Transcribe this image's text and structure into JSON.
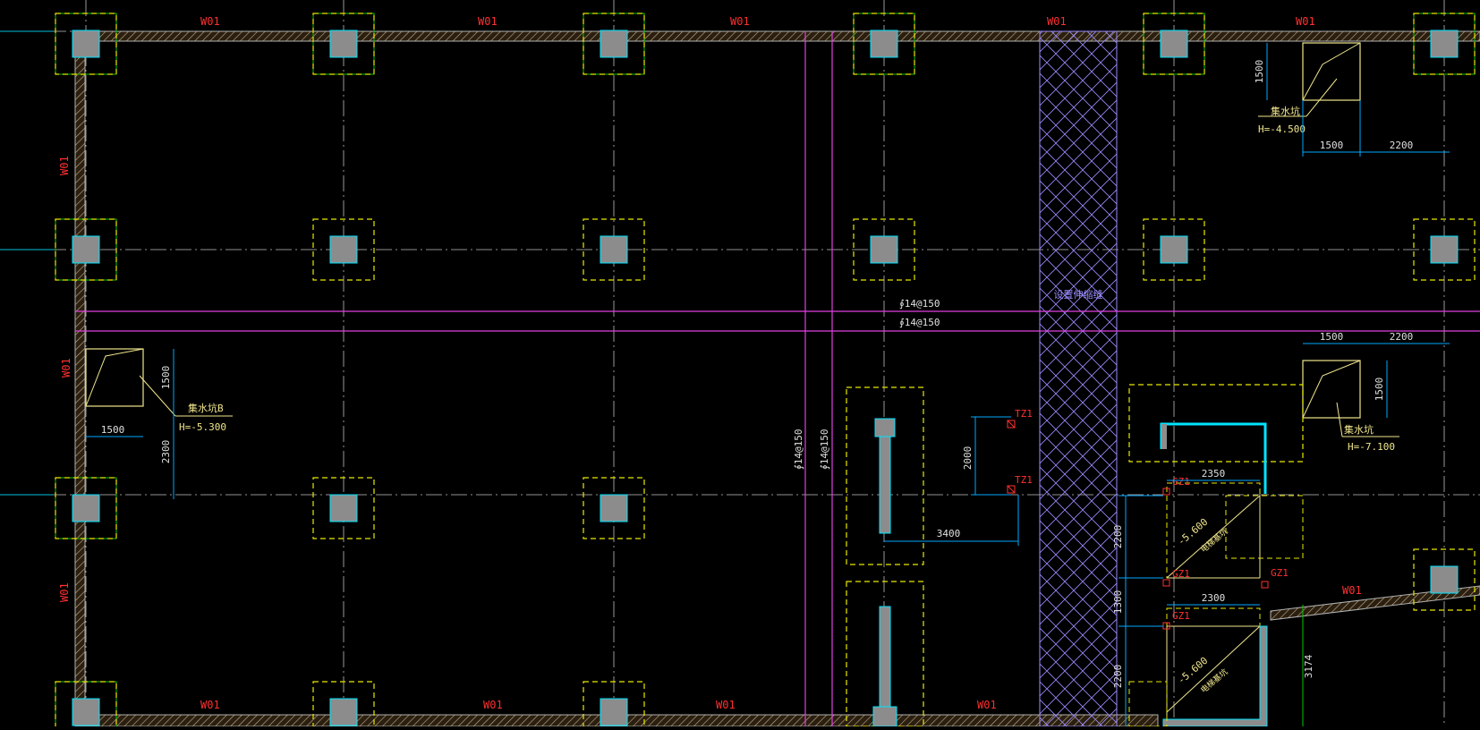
{
  "colors": {
    "background": "#000000",
    "wall": "#b0b0b0",
    "column": "#8c8c8c",
    "column_outline": "#00e5ff",
    "footing_dashed": "#e8e800",
    "footing_green": "#00c800",
    "axis": "#bfbfbf",
    "dimension": "#00a8ff",
    "magenta": "#e040e0",
    "red_label": "#ff3030",
    "yellow_label": "#f0e68c",
    "hatch_purple": "#9a8cff",
    "pit_outline": "#00e5ff"
  },
  "labels": {
    "w01": "W01",
    "rebar": "∮14@150",
    "tz1": "TZ1",
    "gz1": "GZ1",
    "hatch_note": "设置伸缩缝",
    "pit_top_name": "集水坑",
    "pit_top_h": "H=-4.500",
    "pit_left_name": "集水坑B",
    "pit_left_h": "H=-5.300",
    "pit_right_name": "集水坑",
    "pit_right_h": "H=-7.100",
    "ramp_top": "-5.600",
    "ramp_bottom": "-5.600",
    "ramp_note_top": "电梯基坑",
    "ramp_note_bottom": "电梯基坑"
  },
  "dimensions": {
    "d1500": "1500",
    "d2200": "2200",
    "d2300": "2300",
    "d2000": "2000",
    "d3400": "3400",
    "d2350": "2350",
    "d1300": "1300",
    "d3174": "3174"
  }
}
